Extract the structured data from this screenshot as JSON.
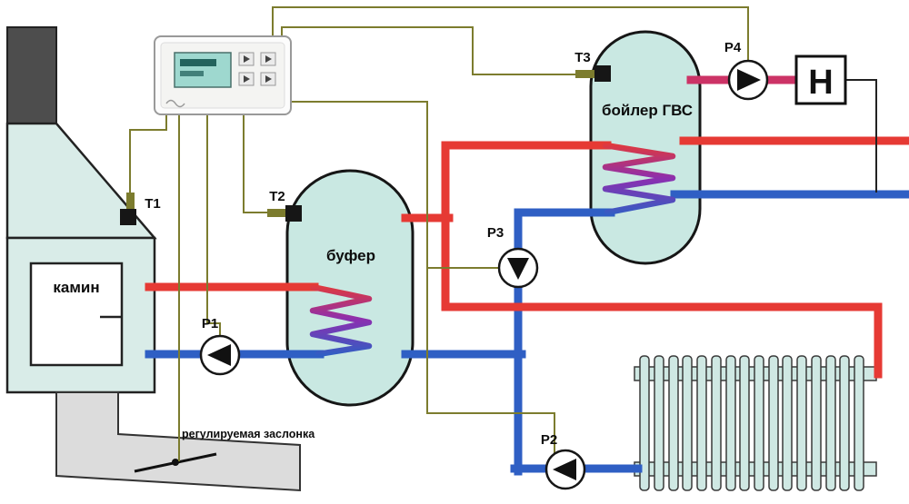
{
  "diagram": {
    "labels": {
      "fireplace": "камин",
      "buffer_tank": "буфер",
      "dhw_boiler": "бойлер ГВС",
      "damper": "регулируемая заслонка",
      "towel_rail_symbol": "H"
    },
    "sensors": [
      {
        "id": "T1"
      },
      {
        "id": "T2"
      },
      {
        "id": "T3"
      }
    ],
    "pumps": [
      {
        "id": "P1"
      },
      {
        "id": "P2"
      },
      {
        "id": "P3"
      },
      {
        "id": "P4"
      }
    ],
    "colors": {
      "hot_pipe": "#e63a34",
      "cold_pipe": "#2f5fc4",
      "dhw_pipe": "#cc3366",
      "sensor_wire": "#7c7c2e",
      "tank_fill": "#c9e8e2",
      "lcd_fill": "#9ed8cf"
    }
  }
}
